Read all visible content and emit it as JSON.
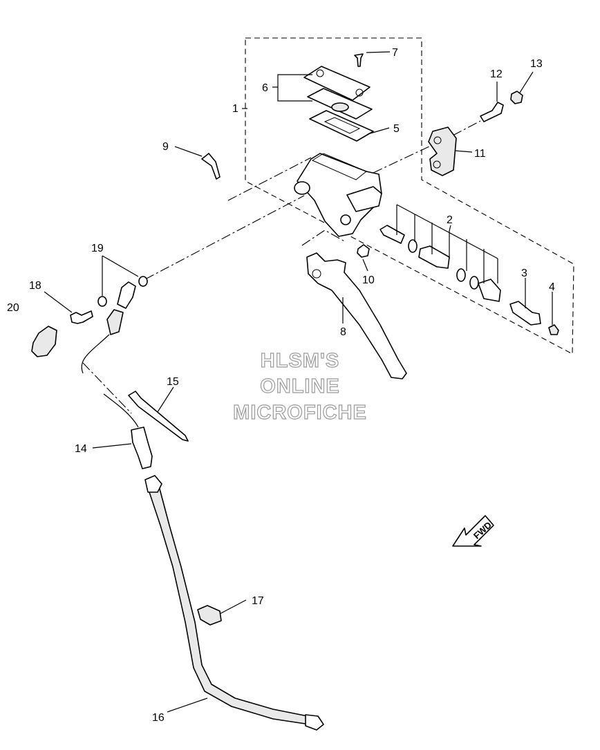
{
  "callouts": [
    "1",
    "2",
    "3",
    "4",
    "5",
    "6",
    "7",
    "8",
    "9",
    "10",
    "11",
    "12",
    "13",
    "14",
    "15",
    "16",
    "17",
    "18",
    "19",
    "20"
  ],
  "watermark": [
    "HLSM'S",
    "ONLINE",
    "MICROFICHE"
  ],
  "fwd_label": "FWD"
}
